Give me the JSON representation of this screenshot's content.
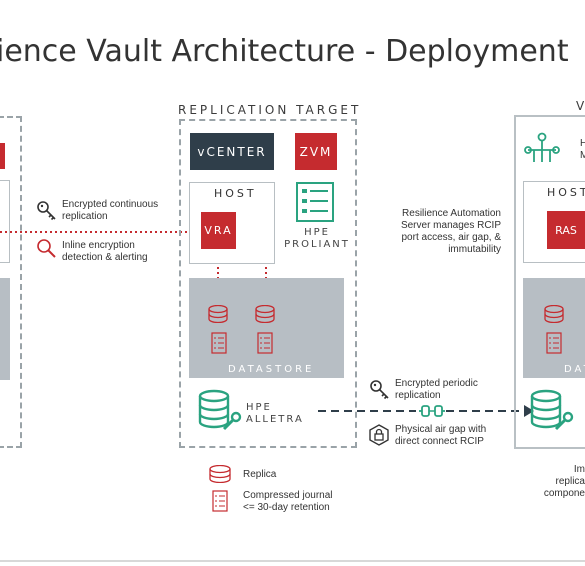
{
  "title": "ience Vault Architecture - Deployment",
  "replication_target": {
    "label": "REPLICATION TARGET",
    "vcenter": "vCENTER",
    "zvm": "ZVM",
    "host": "HOST",
    "vra": "VRA",
    "hpe_proliant": [
      "HPE",
      "PROLIANT"
    ],
    "datastore": "DATASTORE",
    "hpe_alletra": [
      "HPE",
      "ALLETRA"
    ]
  },
  "left_notes": {
    "encrypted_continuous": [
      "Encrypted continuous",
      "replication"
    ],
    "inline_encryption": [
      "Inline encryption",
      "detection & alerting"
    ]
  },
  "resilience_note": [
    "Resilience Automation",
    "Server manages RCIP",
    "port access, air gap, &",
    "immutability"
  ],
  "link_notes": {
    "encrypted_periodic": [
      "Encrypted periodic",
      "replication"
    ],
    "air_gap": [
      "Physical air gap with",
      "direct connect RCIP"
    ]
  },
  "vault": {
    "label_partial": "V",
    "network_text_partial": [
      "H",
      "M"
    ],
    "host": "HOST",
    "ras": "RAS",
    "datastore_partial": "DAT",
    "bottom_text_partial": [
      "Im",
      "replica",
      "compone"
    ]
  },
  "legend": {
    "replica": "Replica",
    "journal": [
      "Compressed journal",
      "<= 30-day retention"
    ]
  },
  "colors": {
    "red": "#c52b2f",
    "dark": "#2f3e4a",
    "green": "#2aa380",
    "gray": "#b7bec4"
  }
}
